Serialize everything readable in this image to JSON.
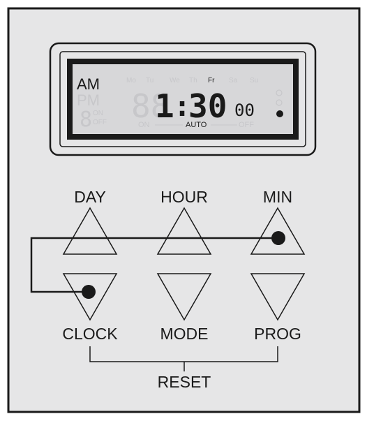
{
  "display": {
    "ampm_active": "AM",
    "ampm_inactive": "PM",
    "days": [
      "Mo",
      "Tu",
      "We",
      "Th",
      "Fr",
      "Sa",
      "Su"
    ],
    "active_day": "Fr",
    "time_ghost_hours": "88",
    "time_hour": "1",
    "time_colon": ":",
    "time_minutes": "30",
    "time_seconds": "00",
    "program_digit": "8",
    "on_label": "ON",
    "off_label": "OFF",
    "mode_on": "ON",
    "mode_auto": "AUTO",
    "mode_off": "OFF"
  },
  "buttons": {
    "day": "DAY",
    "hour": "HOUR",
    "min": "MIN",
    "clock": "CLOCK",
    "mode": "MODE",
    "prog": "PROG",
    "reset": "RESET"
  },
  "colors": {
    "panel": "#e6e6e7",
    "lcd": "#d7d7d9",
    "segment_active": "#1a1a1a",
    "segment_inactive": "#c7c7ca",
    "line": "#1a1a1a"
  }
}
